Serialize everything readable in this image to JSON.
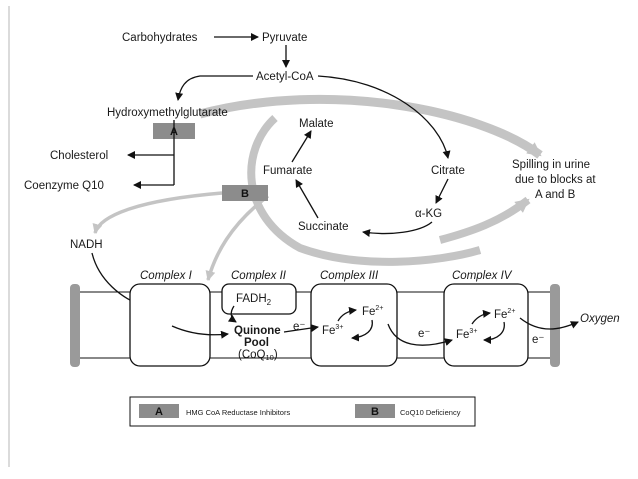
{
  "diagram": {
    "nodes": {
      "carbohydrates": "Carbohydrates",
      "pyruvate": "Pyruvate",
      "acetyl_coa": "Acetyl-CoA",
      "hmg": "Hydroxymethylglutarate",
      "cholesterol": "Cholesterol",
      "coq10": "Coenzyme Q10",
      "malate": "Malate",
      "fumarate": "Fumarate",
      "citrate": "Citrate",
      "akg": "α-KG",
      "succinate": "Succinate",
      "nadh": "NADH",
      "spilling": [
        "Spilling in urine",
        "due to blocks at",
        "A and B"
      ]
    },
    "blocks": {
      "a": "A",
      "b": "B"
    },
    "chain": {
      "complex1": "Complex I",
      "complex2": "Complex II",
      "complex3": "Complex III",
      "complex4": "Complex IV",
      "fadh2_main": "FADH",
      "fadh2_sub": "2",
      "quinone1": "Quinone",
      "quinone2": "Pool",
      "coq_main": "(CoQ",
      "coq_sub": "10",
      "coq_close": ")",
      "fe2_base": "Fe",
      "fe2_sup": "2+",
      "fe3_base": "Fe",
      "fe3_sup": "3+",
      "electron": "e⁻",
      "oxygen": "Oxygen"
    },
    "legend": {
      "a_key": "A",
      "a_text": "HMG CoA Reductase Inhibitors",
      "b_key": "B",
      "b_text": "CoQ10 Deficiency"
    },
    "colors": {
      "block_fill": "#8c8c8c",
      "flow_gray": "#c4c4c4",
      "line": "#111111"
    }
  }
}
